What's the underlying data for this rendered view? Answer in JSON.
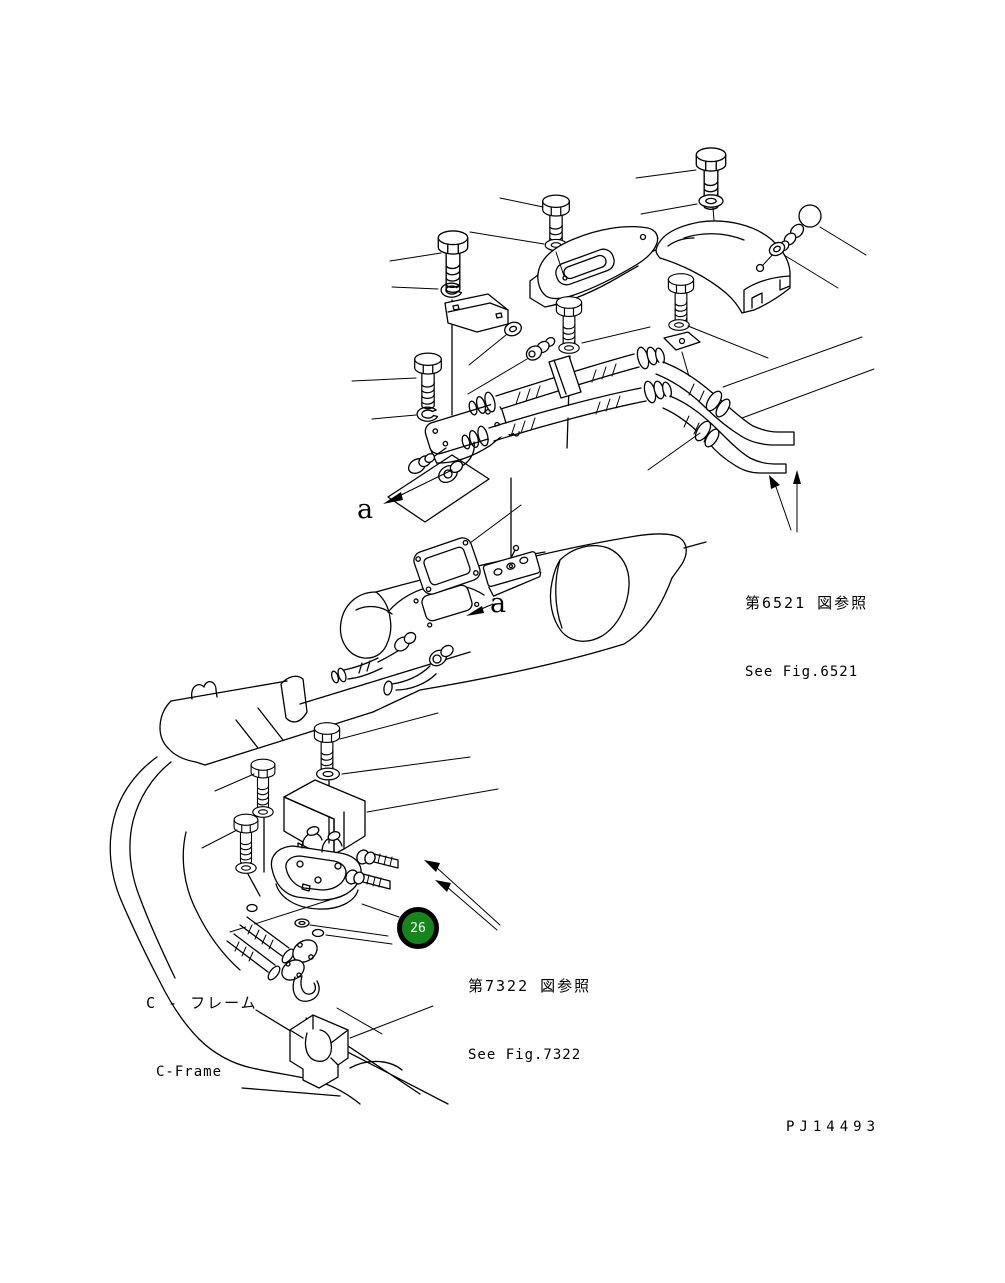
{
  "labels": {
    "view_a_upper": "a",
    "view_a_lower": "a",
    "ref6521_jp": "第6521 図参照",
    "ref6521_en": "See Fig.6521",
    "ref7322_jp": "第7322 図参照",
    "ref7322_en": "See Fig.7322",
    "cframe_jp": "C - フレーム",
    "cframe_en": "C-Frame",
    "drawing_no": "PJ14493",
    "balloon_26": "26"
  },
  "colors": {
    "line": "#000000",
    "balloon_green": "#16861c",
    "background": "#ffffff"
  }
}
